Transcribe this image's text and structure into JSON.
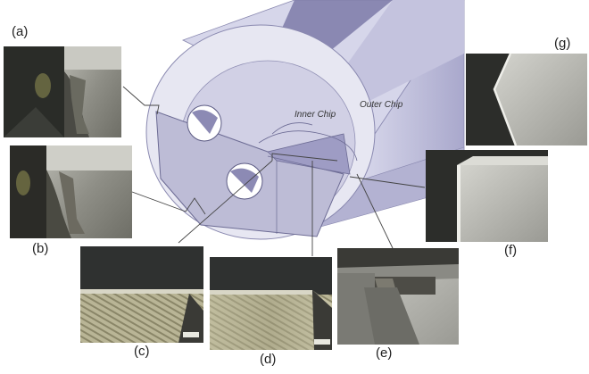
{
  "figure": {
    "labels": {
      "a": "(a)",
      "b": "(b)",
      "c": "(c)",
      "d": "(d)",
      "e": "(e)",
      "f": "(f)",
      "g": "(g)"
    },
    "annotations": {
      "inner_chip": "Inner Chip",
      "outer_chip": "Outer Chip"
    },
    "colors": {
      "tool_face": "#bdbcd6",
      "tool_side": "#cfcfe6",
      "tool_dark": "#8f8db6",
      "tool_light": "#e6e6f2",
      "photo_dark": "#2a2a2a",
      "photo_metal": "#9a9a92"
    }
  }
}
